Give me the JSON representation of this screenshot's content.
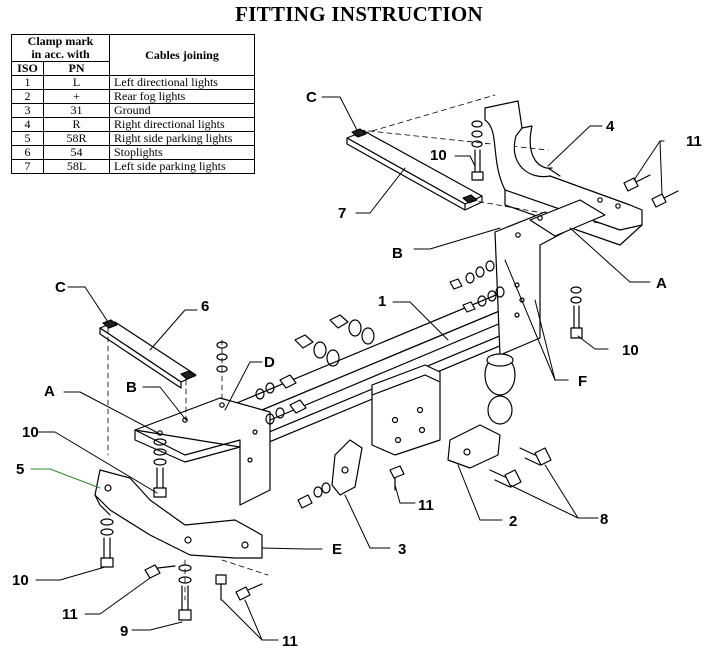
{
  "title": "FITTING INSTRUCTION",
  "table": {
    "header_main": "Clamp mark\nin acc. with",
    "header_iso": "ISO",
    "header_pn": "PN",
    "header_cables": "Cables joining",
    "rows": [
      {
        "iso": "1",
        "pn": "L",
        "desc": "Left directional lights"
      },
      {
        "iso": "2",
        "pn": "+",
        "desc": "Rear fog lights"
      },
      {
        "iso": "3",
        "pn": "31",
        "desc": "Ground"
      },
      {
        "iso": "4",
        "pn": "R",
        "desc": "Right directional lights"
      },
      {
        "iso": "5",
        "pn": "58R",
        "desc": "Right side parking lights"
      },
      {
        "iso": "6",
        "pn": "54",
        "desc": "Stoplights"
      },
      {
        "iso": "7",
        "pn": "58L",
        "desc": "Left side parking lights"
      }
    ]
  },
  "callouts": {
    "c_top": "C",
    "c_left": "C",
    "n10_top": "10",
    "n4": "4",
    "n11_top": "11",
    "n7": "7",
    "b_right": "B",
    "a_right": "A",
    "n1": "1",
    "n6": "6",
    "n10_right": "10",
    "f": "F",
    "a_left": "A",
    "b_left": "B",
    "d": "D",
    "n10_left": "10",
    "n5": "5",
    "n11_mid": "11",
    "n2": "2",
    "n8": "8",
    "e": "E",
    "n3": "3",
    "n10_bottom": "10",
    "n11_bottom_left": "11",
    "n9": "9",
    "n11_bottom": "11"
  },
  "colors": {
    "ink": "#000000",
    "paper": "#ffffff",
    "leader_5": "#2e8b2e"
  }
}
